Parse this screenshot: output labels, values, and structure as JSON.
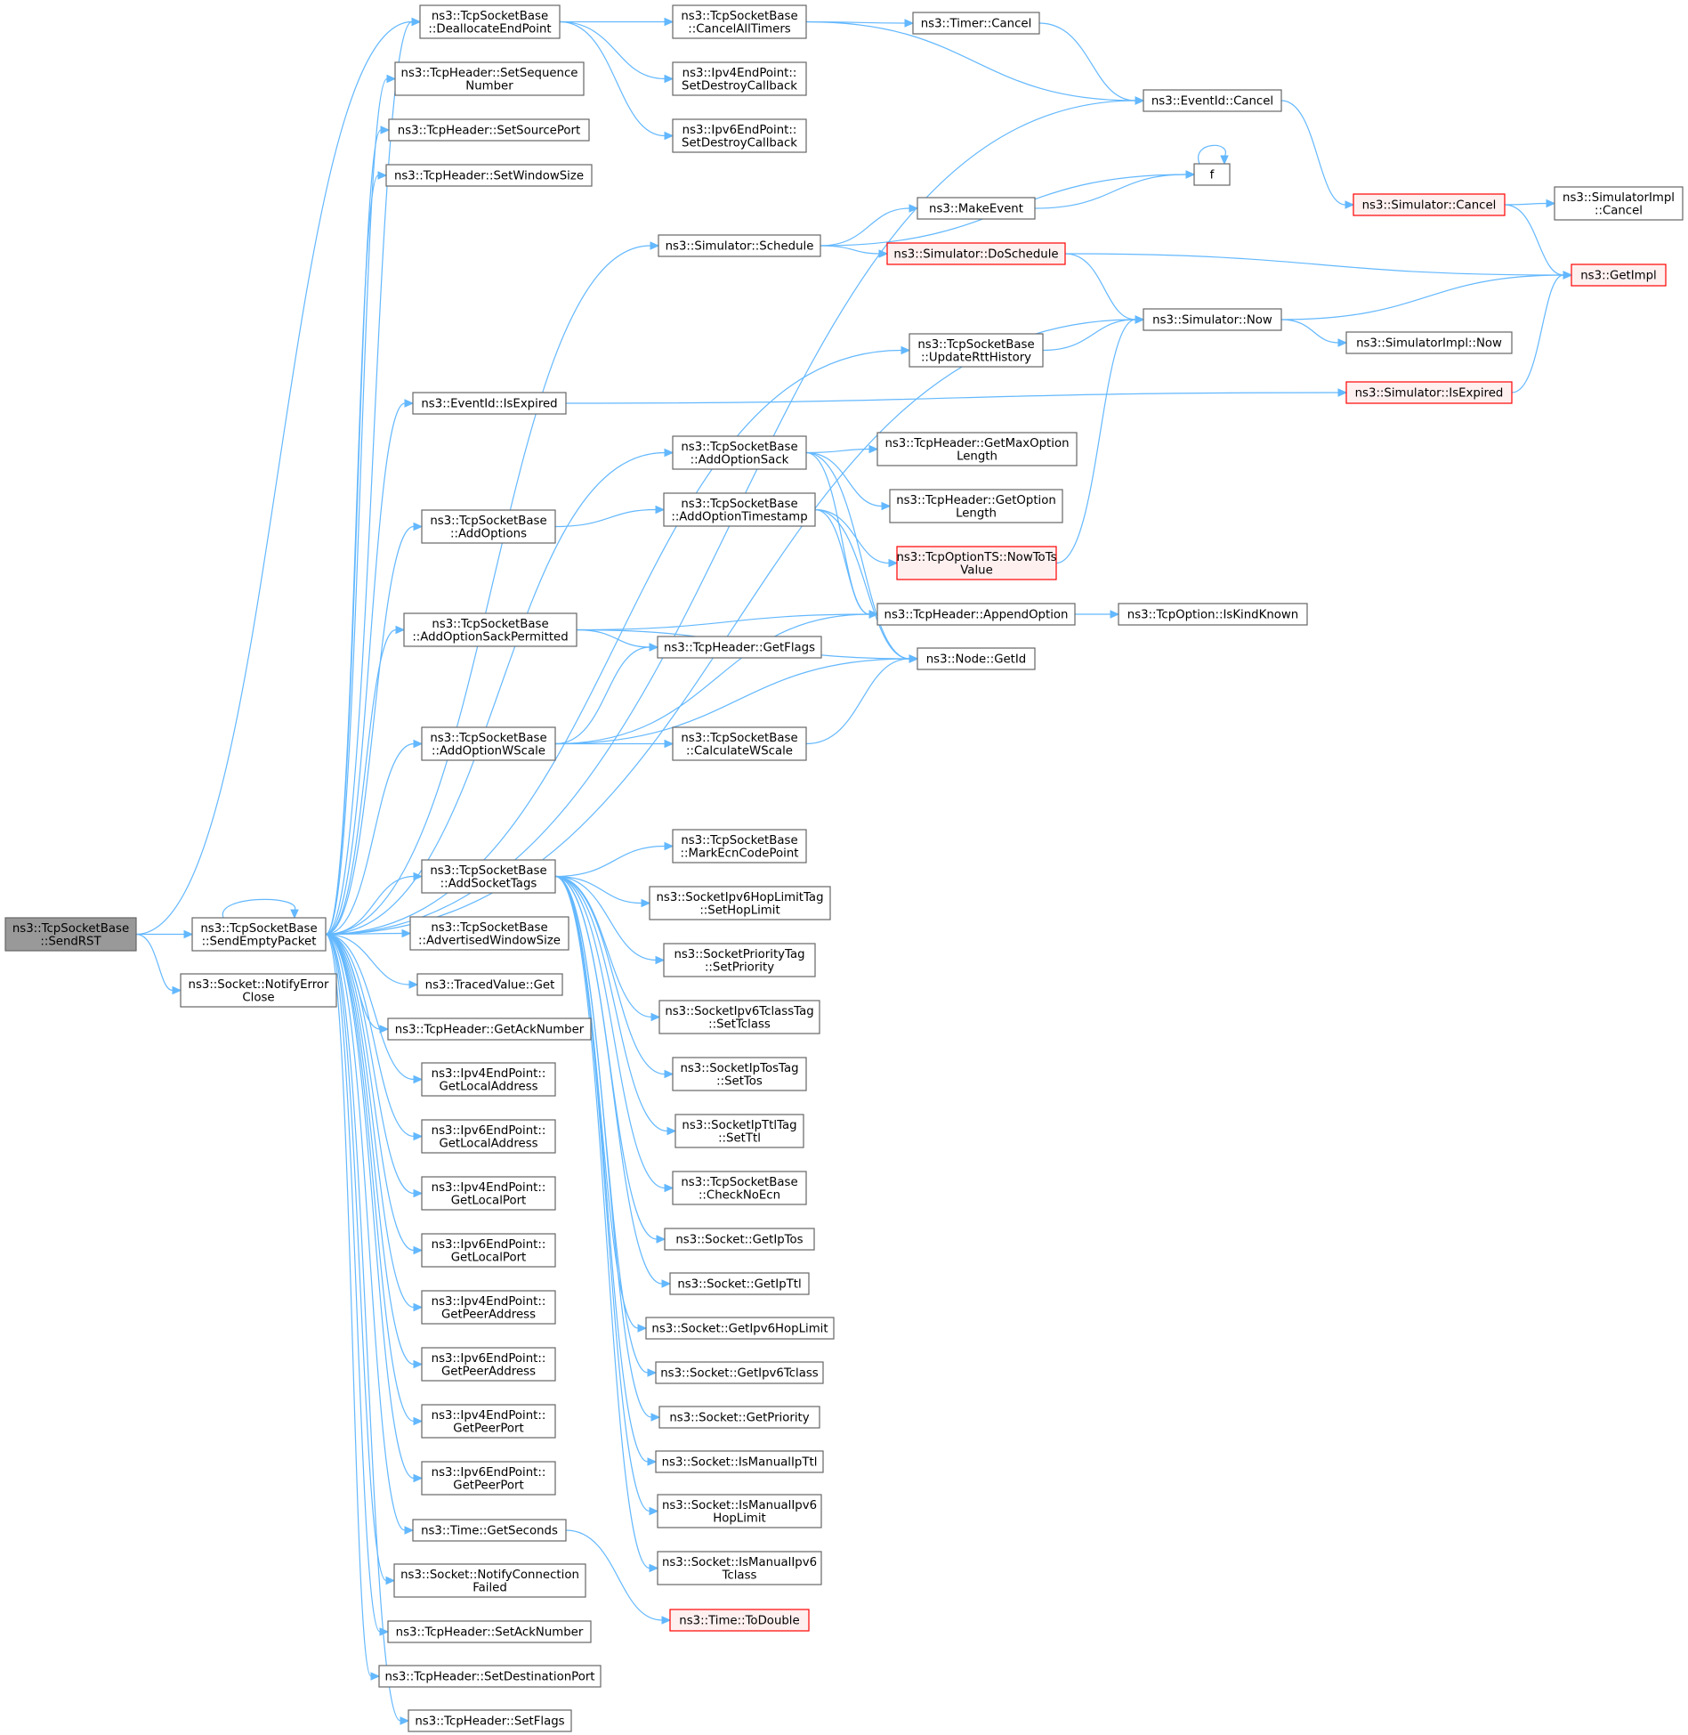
{
  "colors": {
    "edge": "#63b8ff",
    "node_border": "#666666",
    "root_fill": "#999999",
    "red_border": "#ff0000",
    "red_fill": "#fff0f0"
  },
  "nodes": [
    {
      "id": "sendrst",
      "lines": [
        "ns3::TcpSocketBase",
        "::SendRST"
      ],
      "style": "root"
    },
    {
      "id": "sendempty",
      "lines": [
        "ns3::TcpSocketBase",
        "::SendEmptyPacket"
      ]
    },
    {
      "id": "notifyerrorclose",
      "lines": [
        "ns3::Socket::NotifyError",
        "Close"
      ]
    },
    {
      "id": "dealloc",
      "lines": [
        "ns3::TcpSocketBase",
        "::DeallocateEndPoint"
      ]
    },
    {
      "id": "setseqnum",
      "lines": [
        "ns3::TcpHeader::SetSequence",
        "Number"
      ]
    },
    {
      "id": "setsrcport",
      "lines": [
        "ns3::TcpHeader::SetSourcePort"
      ]
    },
    {
      "id": "setwinsize",
      "lines": [
        "ns3::TcpHeader::SetWindowSize"
      ]
    },
    {
      "id": "isexpired",
      "lines": [
        "ns3::EventId::IsExpired"
      ]
    },
    {
      "id": "addoptions",
      "lines": [
        "ns3::TcpSocketBase",
        "::AddOptions"
      ]
    },
    {
      "id": "addsackperm",
      "lines": [
        "ns3::TcpSocketBase",
        "::AddOptionSackPermitted"
      ]
    },
    {
      "id": "addwscale",
      "lines": [
        "ns3::TcpSocketBase",
        "::AddOptionWScale"
      ]
    },
    {
      "id": "addsockettags",
      "lines": [
        "ns3::TcpSocketBase",
        "::AddSocketTags"
      ]
    },
    {
      "id": "advwin",
      "lines": [
        "ns3::TcpSocketBase",
        "::AdvertisedWindowSize"
      ]
    },
    {
      "id": "tracedget",
      "lines": [
        "ns3::TracedValue::Get"
      ]
    },
    {
      "id": "getacknum",
      "lines": [
        "ns3::TcpHeader::GetAckNumber"
      ]
    },
    {
      "id": "ipv4localaddr",
      "lines": [
        "ns3::Ipv4EndPoint::",
        "GetLocalAddress"
      ]
    },
    {
      "id": "ipv6localaddr",
      "lines": [
        "ns3::Ipv6EndPoint::",
        "GetLocalAddress"
      ]
    },
    {
      "id": "ipv4localport",
      "lines": [
        "ns3::Ipv4EndPoint::",
        "GetLocalPort"
      ]
    },
    {
      "id": "ipv6localport",
      "lines": [
        "ns3::Ipv6EndPoint::",
        "GetLocalPort"
      ]
    },
    {
      "id": "ipv4peeraddr",
      "lines": [
        "ns3::Ipv4EndPoint::",
        "GetPeerAddress"
      ]
    },
    {
      "id": "ipv6peeraddr",
      "lines": [
        "ns3::Ipv6EndPoint::",
        "GetPeerAddress"
      ]
    },
    {
      "id": "ipv4peerport",
      "lines": [
        "ns3::Ipv4EndPoint::",
        "GetPeerPort"
      ]
    },
    {
      "id": "ipv6peerport",
      "lines": [
        "ns3::Ipv6EndPoint::",
        "GetPeerPort"
      ]
    },
    {
      "id": "getseconds",
      "lines": [
        "ns3::Time::GetSeconds"
      ]
    },
    {
      "id": "notifyconnfailed",
      "lines": [
        "ns3::Socket::NotifyConnection",
        "Failed"
      ]
    },
    {
      "id": "setacknum",
      "lines": [
        "ns3::TcpHeader::SetAckNumber"
      ]
    },
    {
      "id": "setdstport",
      "lines": [
        "ns3::TcpHeader::SetDestinationPort"
      ]
    },
    {
      "id": "setflags",
      "lines": [
        "ns3::TcpHeader::SetFlags"
      ]
    },
    {
      "id": "cancelalltimers",
      "lines": [
        "ns3::TcpSocketBase",
        "::CancelAllTimers"
      ]
    },
    {
      "id": "ipv4destroycb",
      "lines": [
        "ns3::Ipv4EndPoint::",
        "SetDestroyCallback"
      ]
    },
    {
      "id": "ipv6destroycb",
      "lines": [
        "ns3::Ipv6EndPoint::",
        "SetDestroyCallback"
      ]
    },
    {
      "id": "schedule",
      "lines": [
        "ns3::Simulator::Schedule"
      ]
    },
    {
      "id": "addoptsack",
      "lines": [
        "ns3::TcpSocketBase",
        "::AddOptionSack"
      ]
    },
    {
      "id": "addoptts",
      "lines": [
        "ns3::TcpSocketBase",
        "::AddOptionTimestamp"
      ]
    },
    {
      "id": "getflags",
      "lines": [
        "ns3::TcpHeader::GetFlags"
      ]
    },
    {
      "id": "calcwscale",
      "lines": [
        "ns3::TcpSocketBase",
        "::CalculateWScale"
      ]
    },
    {
      "id": "markecn",
      "lines": [
        "ns3::TcpSocketBase",
        "::MarkEcnCodePoint"
      ]
    },
    {
      "id": "sethoplimit",
      "lines": [
        "ns3::SocketIpv6HopLimitTag",
        "::SetHopLimit"
      ]
    },
    {
      "id": "setpriority",
      "lines": [
        "ns3::SocketPriorityTag",
        "::SetPriority"
      ]
    },
    {
      "id": "settclass",
      "lines": [
        "ns3::SocketIpv6TclassTag",
        "::SetTclass"
      ]
    },
    {
      "id": "settos",
      "lines": [
        "ns3::SocketIpTosTag",
        "::SetTos"
      ]
    },
    {
      "id": "setttl",
      "lines": [
        "ns3::SocketIpTtlTag",
        "::SetTtl"
      ]
    },
    {
      "id": "checknoecn",
      "lines": [
        "ns3::TcpSocketBase",
        "::CheckNoEcn"
      ]
    },
    {
      "id": "getiptos",
      "lines": [
        "ns3::Socket::GetIpTos"
      ]
    },
    {
      "id": "getipttl",
      "lines": [
        "ns3::Socket::GetIpTtl"
      ]
    },
    {
      "id": "getipv6hop",
      "lines": [
        "ns3::Socket::GetIpv6HopLimit"
      ]
    },
    {
      "id": "getipv6tclass",
      "lines": [
        "ns3::Socket::GetIpv6Tclass"
      ]
    },
    {
      "id": "getpriority",
      "lines": [
        "ns3::Socket::GetPriority"
      ]
    },
    {
      "id": "ismanualipttl",
      "lines": [
        "ns3::Socket::IsManualIpTtl"
      ]
    },
    {
      "id": "ismanualhop",
      "lines": [
        "ns3::Socket::IsManualIpv6",
        "HopLimit"
      ]
    },
    {
      "id": "ismanualtclass",
      "lines": [
        "ns3::Socket::IsManualIpv6",
        "Tclass"
      ]
    },
    {
      "id": "todouble",
      "lines": [
        "ns3::Time::ToDouble"
      ],
      "style": "red"
    },
    {
      "id": "timercancel",
      "lines": [
        "ns3::Timer::Cancel"
      ]
    },
    {
      "id": "makeevent",
      "lines": [
        "ns3::MakeEvent"
      ]
    },
    {
      "id": "doschedule",
      "lines": [
        "ns3::Simulator::DoSchedule"
      ],
      "style": "red"
    },
    {
      "id": "updatertt",
      "lines": [
        "ns3::TcpSocketBase",
        "::UpdateRttHistory"
      ]
    },
    {
      "id": "getmaxopt",
      "lines": [
        "ns3::TcpHeader::GetMaxOption",
        "Length"
      ]
    },
    {
      "id": "getoptlen",
      "lines": [
        "ns3::TcpHeader::GetOption",
        "Length"
      ]
    },
    {
      "id": "nowtots",
      "lines": [
        "ns3::TcpOptionTS::NowToTs",
        "Value"
      ],
      "style": "red"
    },
    {
      "id": "appendopt",
      "lines": [
        "ns3::TcpHeader::AppendOption"
      ]
    },
    {
      "id": "getid",
      "lines": [
        "ns3::Node::GetId"
      ]
    },
    {
      "id": "eventcancel",
      "lines": [
        "ns3::EventId::Cancel"
      ]
    },
    {
      "id": "f",
      "lines": [
        "f"
      ]
    },
    {
      "id": "simnow",
      "lines": [
        "ns3::Simulator::Now"
      ]
    },
    {
      "id": "simcancel",
      "lines": [
        "ns3::Simulator::Cancel"
      ],
      "style": "red"
    },
    {
      "id": "simisexpired",
      "lines": [
        "ns3::Simulator::IsExpired"
      ],
      "style": "red"
    },
    {
      "id": "iskindknown",
      "lines": [
        "ns3::TcpOption::IsKindKnown"
      ]
    },
    {
      "id": "implcancel",
      "lines": [
        "ns3::SimulatorImpl",
        "::Cancel"
      ]
    },
    {
      "id": "getimpl",
      "lines": [
        "ns3::GetImpl"
      ],
      "style": "red"
    },
    {
      "id": "implnow",
      "lines": [
        "ns3::SimulatorImpl::Now"
      ]
    }
  ],
  "edges": [
    [
      "sendrst",
      "sendempty"
    ],
    [
      "sendrst",
      "notifyerrorclose"
    ],
    [
      "sendrst",
      "dealloc"
    ],
    [
      "sendempty",
      "sendempty"
    ],
    [
      "sendempty",
      "dealloc"
    ],
    [
      "sendempty",
      "setseqnum"
    ],
    [
      "sendempty",
      "setsrcport"
    ],
    [
      "sendempty",
      "setwinsize"
    ],
    [
      "sendempty",
      "isexpired"
    ],
    [
      "sendempty",
      "addoptions"
    ],
    [
      "sendempty",
      "addsackperm"
    ],
    [
      "sendempty",
      "addwscale"
    ],
    [
      "sendempty",
      "addsockettags"
    ],
    [
      "sendempty",
      "advwin"
    ],
    [
      "sendempty",
      "tracedget"
    ],
    [
      "sendempty",
      "getacknum"
    ],
    [
      "sendempty",
      "ipv4localaddr"
    ],
    [
      "sendempty",
      "ipv6localaddr"
    ],
    [
      "sendempty",
      "ipv4localport"
    ],
    [
      "sendempty",
      "ipv6localport"
    ],
    [
      "sendempty",
      "ipv4peeraddr"
    ],
    [
      "sendempty",
      "ipv6peeraddr"
    ],
    [
      "sendempty",
      "ipv4peerport"
    ],
    [
      "sendempty",
      "ipv6peerport"
    ],
    [
      "sendempty",
      "getseconds"
    ],
    [
      "sendempty",
      "notifyconnfailed"
    ],
    [
      "sendempty",
      "setacknum"
    ],
    [
      "sendempty",
      "setdstport"
    ],
    [
      "sendempty",
      "setflags"
    ],
    [
      "sendempty",
      "eventcancel"
    ],
    [
      "sendempty",
      "schedule"
    ],
    [
      "sendempty",
      "simnow"
    ],
    [
      "sendempty",
      "updatertt"
    ],
    [
      "sendempty",
      "addoptsack"
    ],
    [
      "dealloc",
      "cancelalltimers"
    ],
    [
      "dealloc",
      "ipv4destroycb"
    ],
    [
      "dealloc",
      "ipv6destroycb"
    ],
    [
      "cancelalltimers",
      "timercancel"
    ],
    [
      "cancelalltimers",
      "eventcancel"
    ],
    [
      "timercancel",
      "eventcancel"
    ],
    [
      "eventcancel",
      "simcancel"
    ],
    [
      "simcancel",
      "implcancel"
    ],
    [
      "simcancel",
      "getimpl"
    ],
    [
      "schedule",
      "f"
    ],
    [
      "schedule",
      "makeevent"
    ],
    [
      "schedule",
      "doschedule"
    ],
    [
      "makeevent",
      "f"
    ],
    [
      "f",
      "f"
    ],
    [
      "doschedule",
      "getimpl"
    ],
    [
      "doschedule",
      "simnow"
    ],
    [
      "simnow",
      "getimpl"
    ],
    [
      "simnow",
      "implnow"
    ],
    [
      "updatertt",
      "simnow"
    ],
    [
      "isexpired",
      "simisexpired"
    ],
    [
      "simisexpired",
      "getimpl"
    ],
    [
      "addoptsack",
      "getmaxopt"
    ],
    [
      "addoptsack",
      "getoptlen"
    ],
    [
      "addoptsack",
      "appendopt"
    ],
    [
      "addoptsack",
      "getid"
    ],
    [
      "addoptions",
      "addoptts"
    ],
    [
      "addoptts",
      "nowtots"
    ],
    [
      "addoptts",
      "appendopt"
    ],
    [
      "addoptts",
      "getid"
    ],
    [
      "nowtots",
      "simnow"
    ],
    [
      "addsackperm",
      "appendopt"
    ],
    [
      "addsackperm",
      "getid"
    ],
    [
      "addsackperm",
      "getflags"
    ],
    [
      "addwscale",
      "getflags"
    ],
    [
      "addwscale",
      "appendopt"
    ],
    [
      "addwscale",
      "calcwscale"
    ],
    [
      "addwscale",
      "getid"
    ],
    [
      "calcwscale",
      "getid"
    ],
    [
      "appendopt",
      "iskindknown"
    ],
    [
      "addsockettags",
      "markecn"
    ],
    [
      "addsockettags",
      "sethoplimit"
    ],
    [
      "addsockettags",
      "setpriority"
    ],
    [
      "addsockettags",
      "settclass"
    ],
    [
      "addsockettags",
      "settos"
    ],
    [
      "addsockettags",
      "setttl"
    ],
    [
      "addsockettags",
      "checknoecn"
    ],
    [
      "addsockettags",
      "getiptos"
    ],
    [
      "addsockettags",
      "getipttl"
    ],
    [
      "addsockettags",
      "getipv6hop"
    ],
    [
      "addsockettags",
      "getipv6tclass"
    ],
    [
      "addsockettags",
      "getpriority"
    ],
    [
      "addsockettags",
      "ismanualipttl"
    ],
    [
      "addsockettags",
      "ismanualhop"
    ],
    [
      "addsockettags",
      "ismanualtclass"
    ],
    [
      "getseconds",
      "todouble"
    ]
  ]
}
